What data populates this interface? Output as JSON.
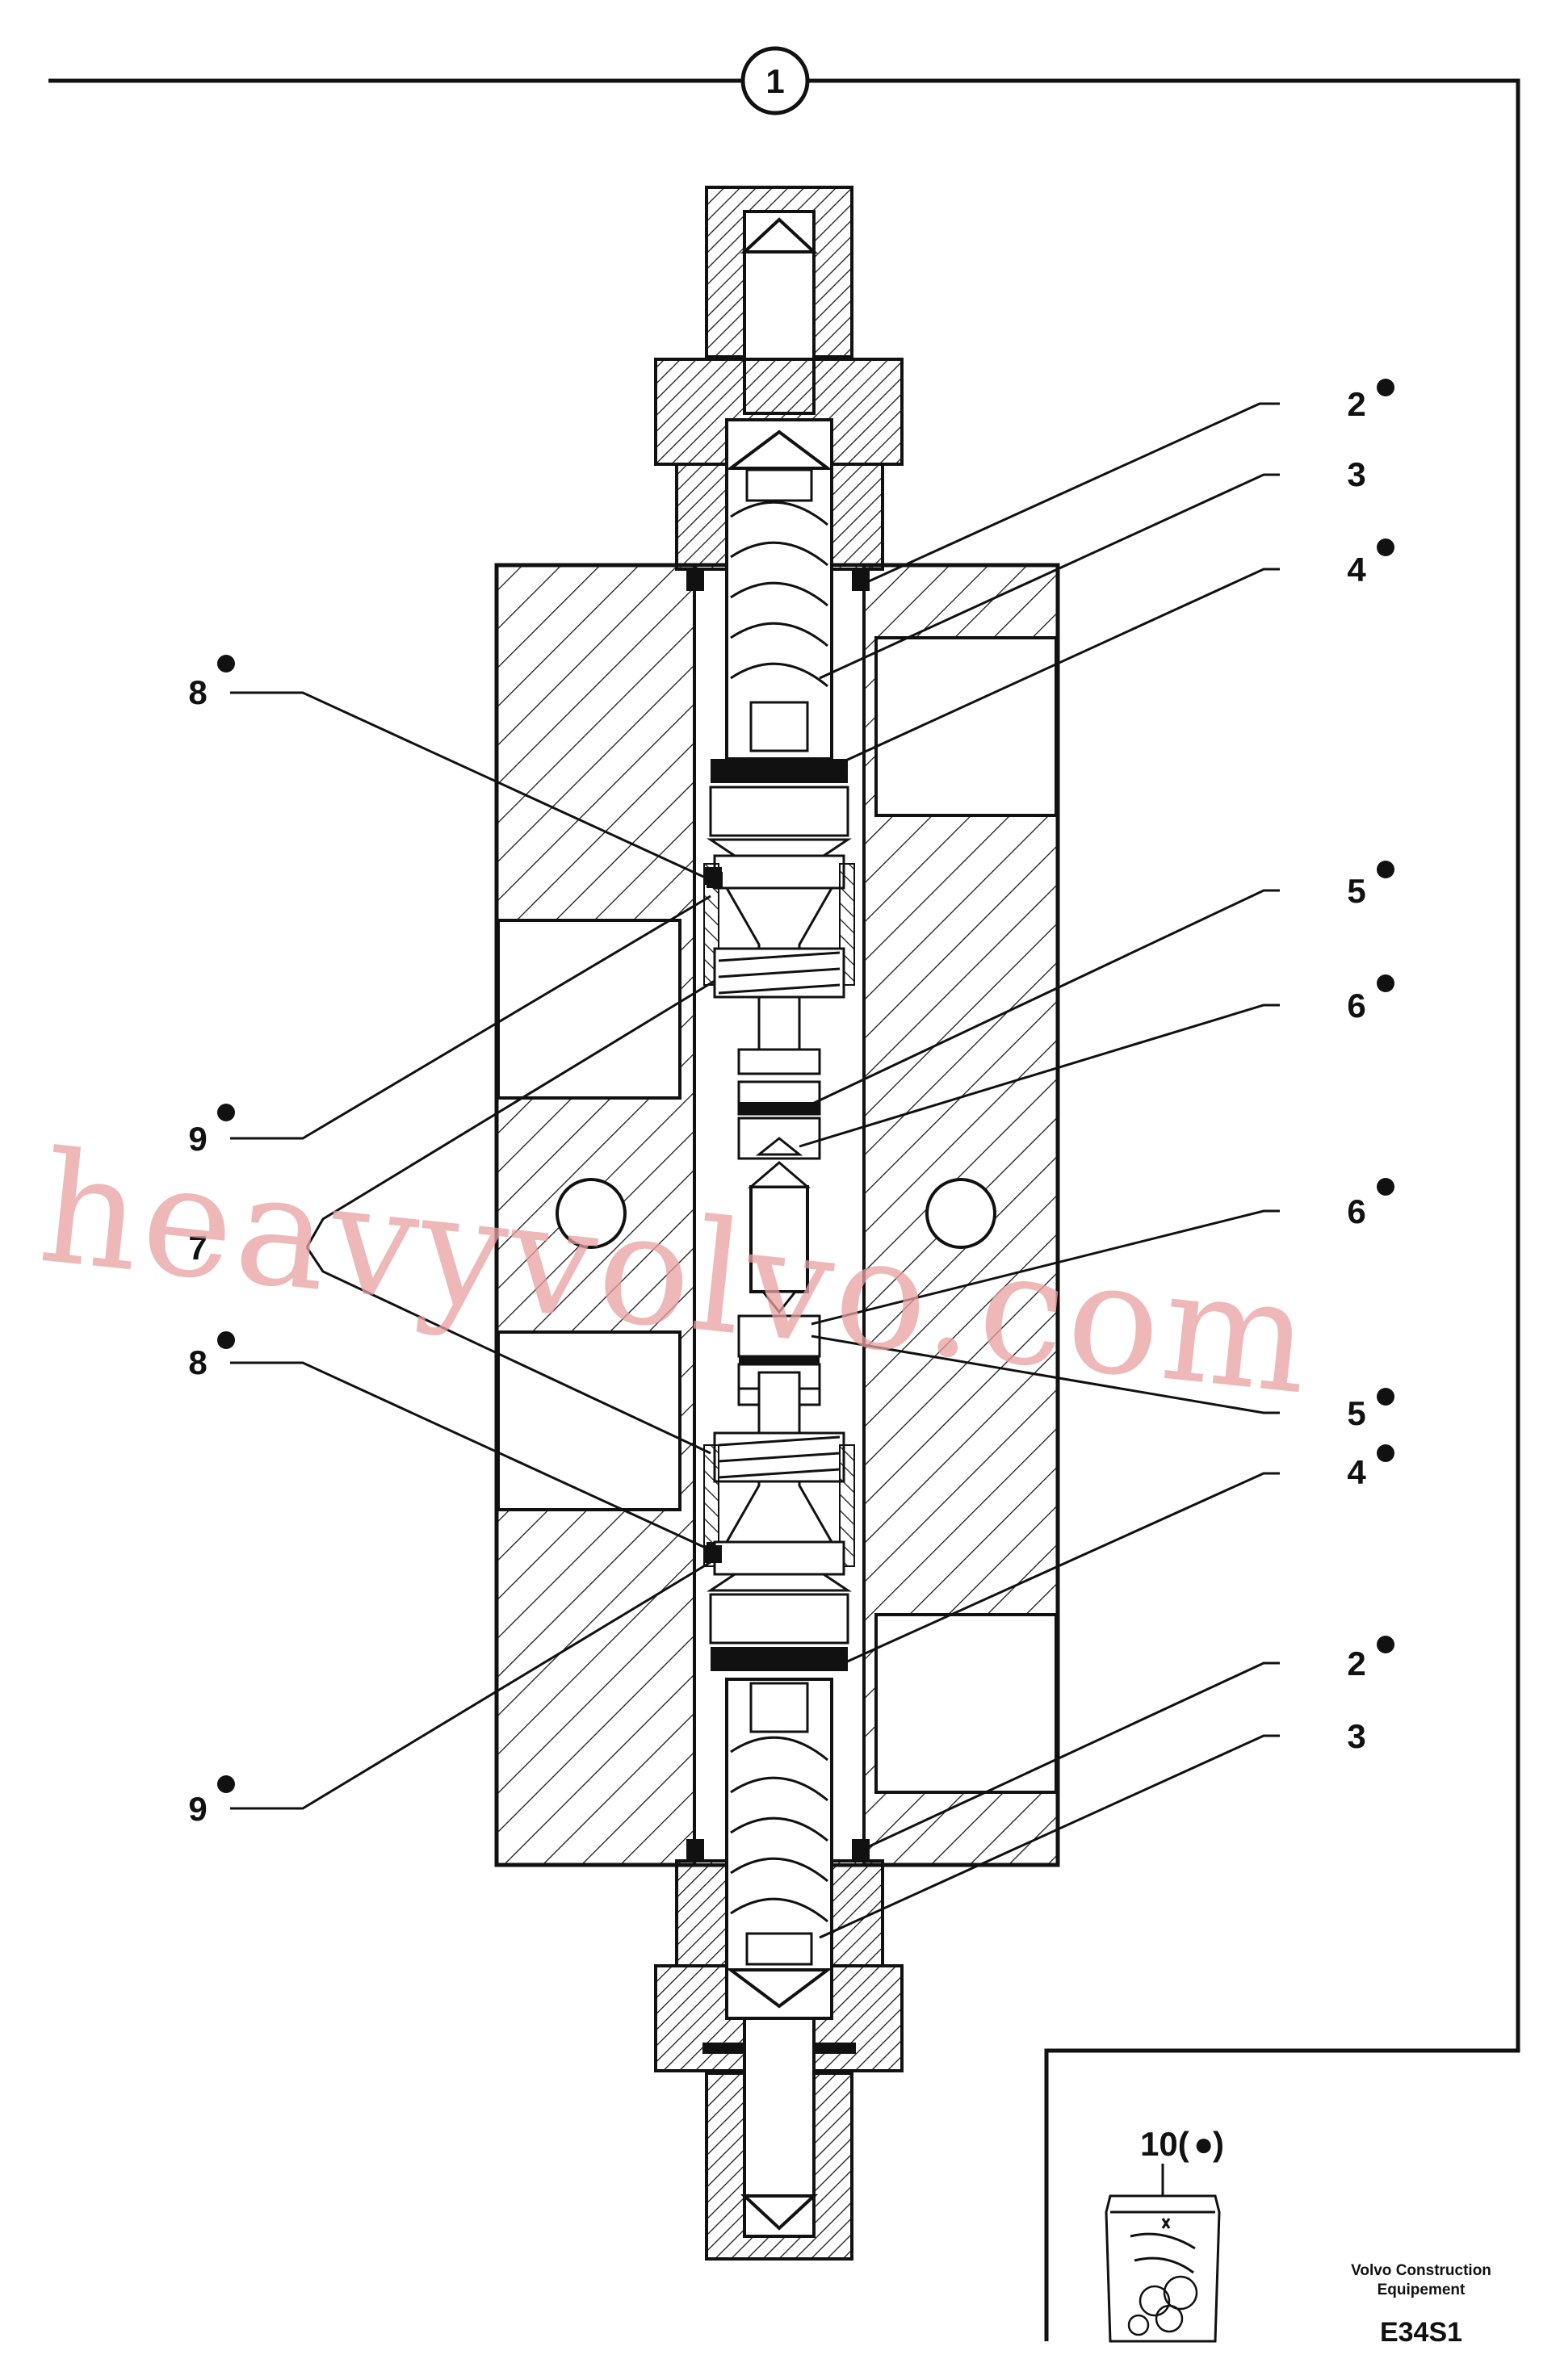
{
  "diagram": {
    "assembly_callout": "1",
    "part_callouts": [
      {
        "id": "c2a",
        "label": "2",
        "dot": true
      },
      {
        "id": "c3a",
        "label": "3",
        "dot": false
      },
      {
        "id": "c4a",
        "label": "4",
        "dot": true
      },
      {
        "id": "c8a",
        "label": "8",
        "dot": true
      },
      {
        "id": "c5a",
        "label": "5",
        "dot": true
      },
      {
        "id": "c6a",
        "label": "6",
        "dot": true
      },
      {
        "id": "c9a",
        "label": "9",
        "dot": true
      },
      {
        "id": "c7",
        "label": "7",
        "dot": false
      },
      {
        "id": "c6b",
        "label": "6",
        "dot": true
      },
      {
        "id": "c8b",
        "label": "8",
        "dot": true
      },
      {
        "id": "c5b",
        "label": "5",
        "dot": true
      },
      {
        "id": "c4b",
        "label": "4",
        "dot": true
      },
      {
        "id": "c2b",
        "label": "2",
        "dot": true
      },
      {
        "id": "c3b",
        "label": "3",
        "dot": false
      },
      {
        "id": "c9b",
        "label": "9",
        "dot": true
      }
    ],
    "kit": {
      "label": "10(",
      "dot_symbol": "●",
      "close": ")"
    },
    "publisher_line1": "Volvo Construction",
    "publisher_line2": "Equipement",
    "drawing_code": "E34S1",
    "watermark": "heavyvolvo.com"
  }
}
